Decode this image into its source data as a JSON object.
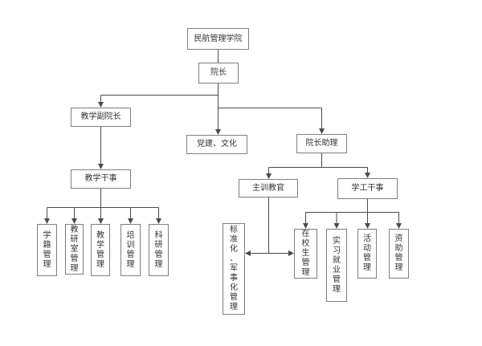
{
  "chart": {
    "type": "org-chart",
    "background": "#ffffff",
    "colors": {
      "line": "#4a4a4a",
      "box_border": "#7f7f7f",
      "box_fill": "#ffffff",
      "text": "#333333"
    },
    "nodes": {
      "college": {
        "label": "民航管理学院"
      },
      "dean": {
        "label": "院长"
      },
      "vice_dean": {
        "label": "教学副院长"
      },
      "party_culture": {
        "label": "党建、文化"
      },
      "dean_assistant": {
        "label": "院长助理"
      },
      "teaching_officer": {
        "label": "教学干事"
      },
      "chief_instructor": {
        "label": "主训教官"
      },
      "student_affairs_officer": {
        "label": "学工干事"
      },
      "student_registry": {
        "label": "学籍管理"
      },
      "teaching_research_office": {
        "label": "教研室管理"
      },
      "teaching_mgmt": {
        "label": "教学管理"
      },
      "training_mgmt": {
        "label": "培训管理"
      },
      "research_mgmt": {
        "label": "科研管理"
      },
      "standardization_military": {
        "label": "标准化、军事化管理"
      },
      "enrolled_students": {
        "label": "在校生管理"
      },
      "internship_employment": {
        "label": "实习就业管理"
      },
      "activity_mgmt": {
        "label": "活动管理"
      },
      "funding_mgmt": {
        "label": "资助管理"
      }
    },
    "edges": [
      {
        "from": "college",
        "to": "dean",
        "arrow": "none"
      },
      {
        "from": "dean",
        "to": "vice_dean",
        "arrow": "end"
      },
      {
        "from": "dean",
        "to": "party_culture",
        "arrow": "end"
      },
      {
        "from": "dean",
        "to": "dean_assistant",
        "arrow": "end"
      },
      {
        "from": "vice_dean",
        "to": "teaching_officer",
        "arrow": "end"
      },
      {
        "from": "teaching_officer",
        "to": "student_registry",
        "arrow": "end"
      },
      {
        "from": "teaching_officer",
        "to": "teaching_research_office",
        "arrow": "end"
      },
      {
        "from": "teaching_officer",
        "to": "teaching_mgmt",
        "arrow": "end"
      },
      {
        "from": "teaching_officer",
        "to": "training_mgmt",
        "arrow": "end"
      },
      {
        "from": "teaching_officer",
        "to": "research_mgmt",
        "arrow": "end"
      },
      {
        "from": "dean_assistant",
        "to": "chief_instructor",
        "arrow": "end"
      },
      {
        "from": "dean_assistant",
        "to": "student_affairs_officer",
        "arrow": "end"
      },
      {
        "from": "chief_instructor",
        "to": "standardization_military",
        "arrow": "end"
      },
      {
        "from": "chief_instructor",
        "to": "enrolled_students",
        "arrow": "end"
      },
      {
        "from": "student_affairs_officer",
        "to": "enrolled_students",
        "arrow": "end"
      },
      {
        "from": "student_affairs_officer",
        "to": "internship_employment",
        "arrow": "end"
      },
      {
        "from": "student_affairs_officer",
        "to": "activity_mgmt",
        "arrow": "end"
      },
      {
        "from": "student_affairs_officer",
        "to": "funding_mgmt",
        "arrow": "end"
      }
    ]
  }
}
